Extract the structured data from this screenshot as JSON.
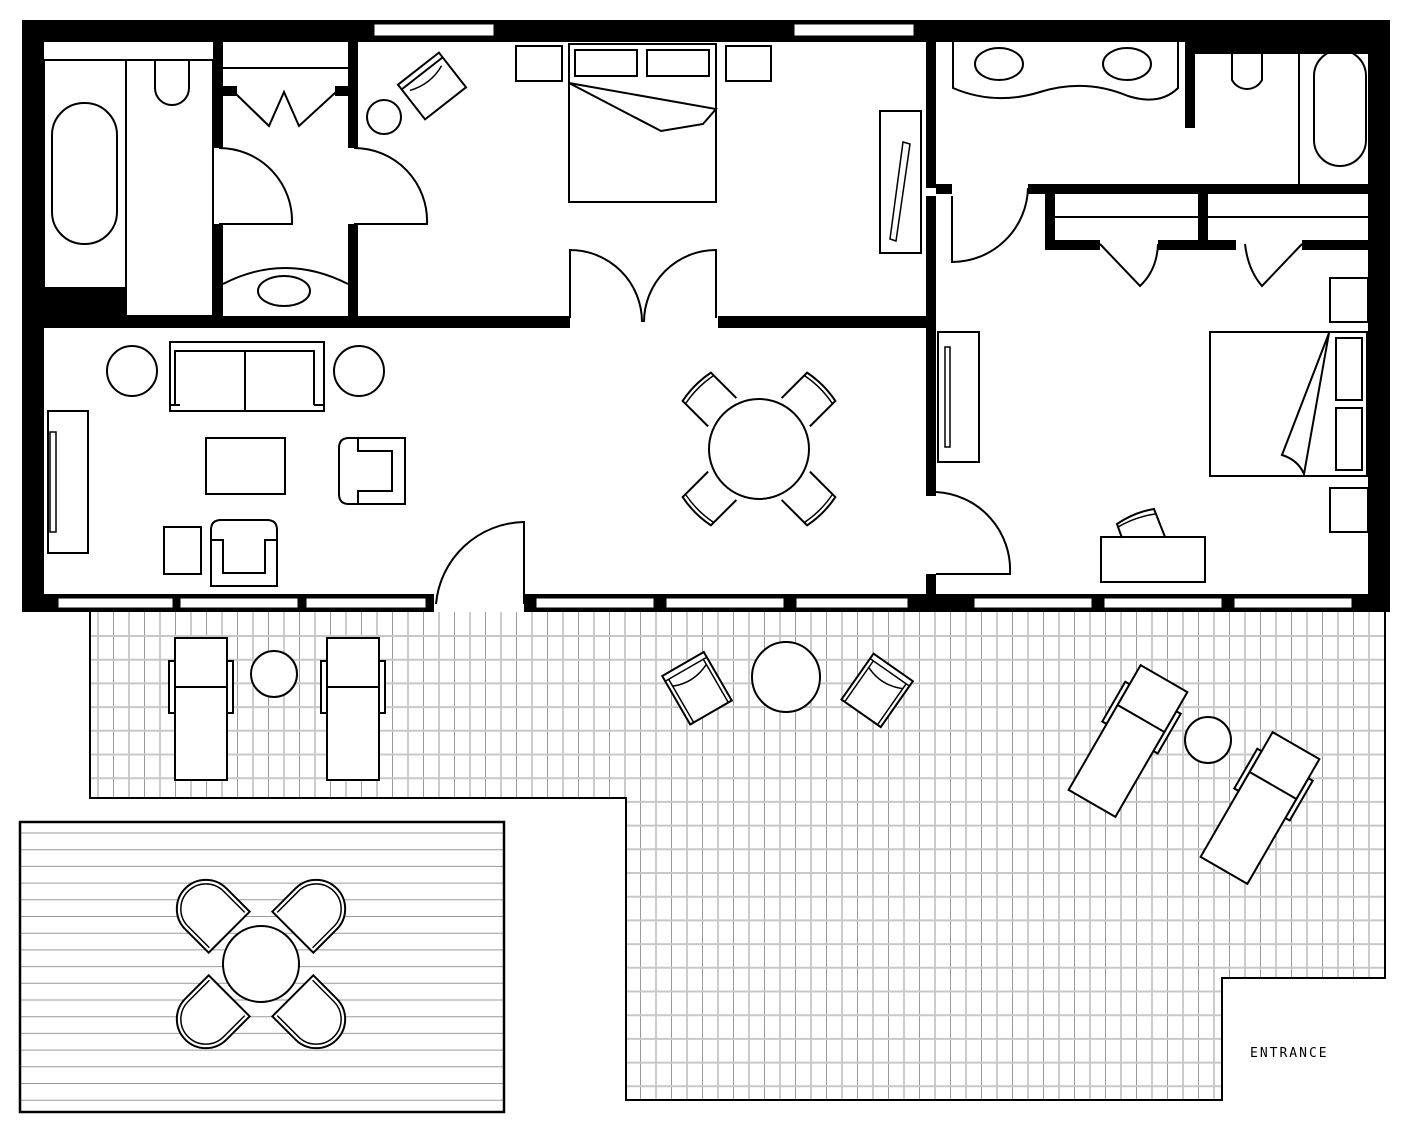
{
  "diagram": {
    "type": "floor-plan",
    "labels": {
      "entrance": "ENTRANCE"
    },
    "rooms": [
      {
        "name": "left-bathroom",
        "items": [
          "bathtub",
          "toilet",
          "vanity-sink"
        ]
      },
      {
        "name": "walk-in-closet",
        "items": [
          "wardrobe-bifold-doors"
        ]
      },
      {
        "name": "master-bedroom",
        "items": [
          "king-bed",
          "nightstand",
          "nightstand",
          "armchair",
          "side-table",
          "tv-console",
          "double-doors"
        ]
      },
      {
        "name": "living-room",
        "items": [
          "sofa",
          "side-table",
          "side-table",
          "coffee-table",
          "armchair",
          "armchair",
          "end-table",
          "tv-console"
        ]
      },
      {
        "name": "dining-area",
        "items": [
          "round-dining-table",
          "dining-chair",
          "dining-chair",
          "dining-chair",
          "dining-chair"
        ]
      },
      {
        "name": "right-bathroom",
        "items": [
          "double-vanity",
          "toilet",
          "bathtub"
        ]
      },
      {
        "name": "second-bedroom",
        "items": [
          "king-bed",
          "nightstand",
          "nightstand",
          "tv-console",
          "desk",
          "desk-chair",
          "closets"
        ]
      },
      {
        "name": "tiled-terrace",
        "items": [
          "sun-lounger",
          "sun-lounger",
          "side-table",
          "lounge-chair",
          "lounge-chair",
          "round-table",
          "sun-lounger",
          "sun-lounger",
          "side-table"
        ]
      },
      {
        "name": "wood-deck",
        "items": [
          "round-table",
          "lounge-chair",
          "lounge-chair",
          "lounge-chair",
          "lounge-chair"
        ]
      }
    ],
    "colors": {
      "wall": "#000000",
      "background": "#ffffff",
      "tile_grid": "#9a9a9a"
    }
  }
}
